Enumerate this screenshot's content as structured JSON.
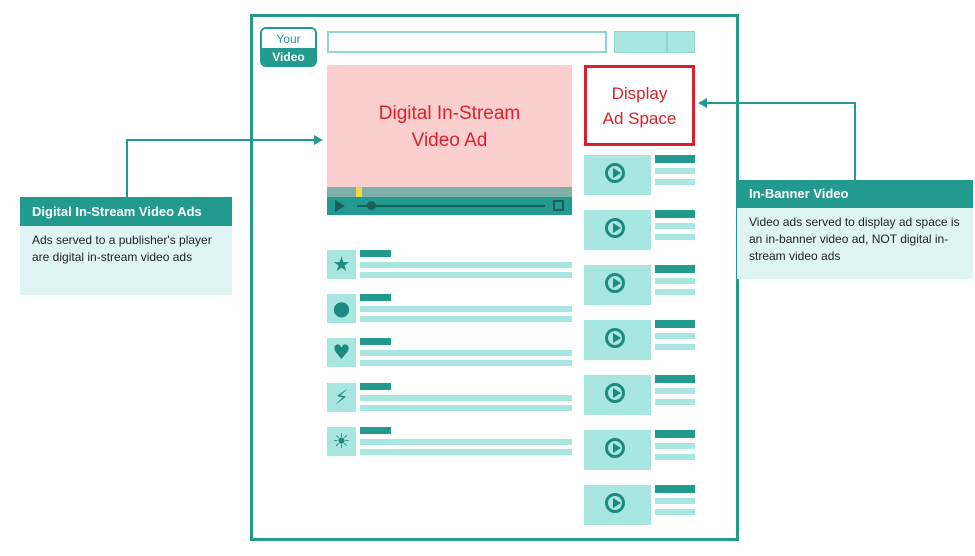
{
  "badge": {
    "line1": "Your",
    "line2": "Video"
  },
  "video_ad": {
    "line1": "Digital In-Stream",
    "line2": "Video Ad"
  },
  "display_ad": {
    "line1": "Display",
    "line2": "Ad Space"
  },
  "left_callout": {
    "title": "Digital In-Stream Video Ads",
    "body": "Ads served to a publisher's player are digital in-stream video ads"
  },
  "right_callout": {
    "title": "In-Banner Video",
    "body": "Video ads served to display ad space is an in-banner video ad, NOT digital in-stream video ads"
  },
  "list_icons": [
    "star-icon",
    "bubbles-icon",
    "heart-icon",
    "lightning-icon",
    "sun-icon"
  ],
  "colors": {
    "teal": "#239a8e",
    "light_teal": "#a8e6e1",
    "ad_red": "#d9212e",
    "ad_pink": "#fccfcf"
  }
}
